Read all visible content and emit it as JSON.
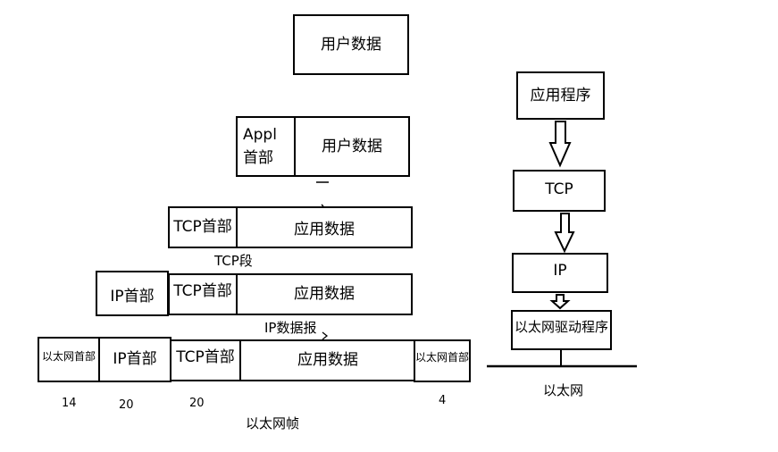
{
  "encapsulation": {
    "user_data_top": "用户数据",
    "appl_header_line1": "Appl",
    "appl_header_line2": "首部",
    "user_data_mid": "用户数据",
    "tcp_header": "TCP首部",
    "app_data": "应用数据",
    "tcp_segment_label": "TCP段",
    "ip_header": "IP首部",
    "ip_datagram_label": "IP数据报",
    "ethernet_header": "以太网首部",
    "ethernet_trailer": "以太网首部",
    "ethernet_frame_label": "以太网帧",
    "sizes": [
      "14",
      "20",
      "20",
      "4"
    ]
  },
  "stack": {
    "application": "应用程序",
    "tcp": "TCP",
    "ip": "IP",
    "driver": "以太网驱动程序",
    "ethernet": "以太网"
  }
}
